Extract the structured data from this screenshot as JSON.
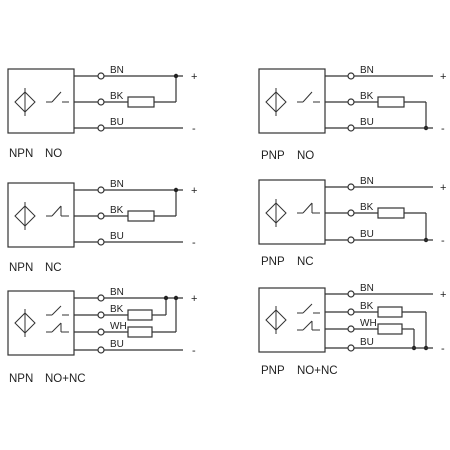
{
  "diagrams": [
    {
      "id": "npn-no",
      "type_label": "NPN",
      "contact_label": "NO",
      "wires": [
        "BN",
        "BK",
        "BU"
      ],
      "polarity": [
        "+",
        "-"
      ]
    },
    {
      "id": "pnp-no",
      "type_label": "PNP",
      "contact_label": "NO",
      "wires": [
        "BN",
        "BK",
        "BU"
      ],
      "polarity": [
        "+",
        "-"
      ]
    },
    {
      "id": "npn-nc",
      "type_label": "NPN",
      "contact_label": "NC",
      "wires": [
        "BN",
        "BK",
        "BU"
      ],
      "polarity": [
        "+",
        "-"
      ]
    },
    {
      "id": "pnp-nc",
      "type_label": "PNP",
      "contact_label": "NC",
      "wires": [
        "BN",
        "BK",
        "BU"
      ],
      "polarity": [
        "+",
        "-"
      ]
    },
    {
      "id": "npn-no-nc",
      "type_label": "NPN",
      "contact_label": "NO+NC",
      "wires": [
        "BN",
        "BK",
        "WH",
        "BU"
      ],
      "polarity": [
        "+",
        "-"
      ]
    },
    {
      "id": "pnp-no-nc",
      "type_label": "PNP",
      "contact_label": "NO+NC",
      "wires": [
        "BN",
        "BK",
        "WH",
        "BU"
      ],
      "polarity": [
        "+",
        "-"
      ]
    }
  ]
}
